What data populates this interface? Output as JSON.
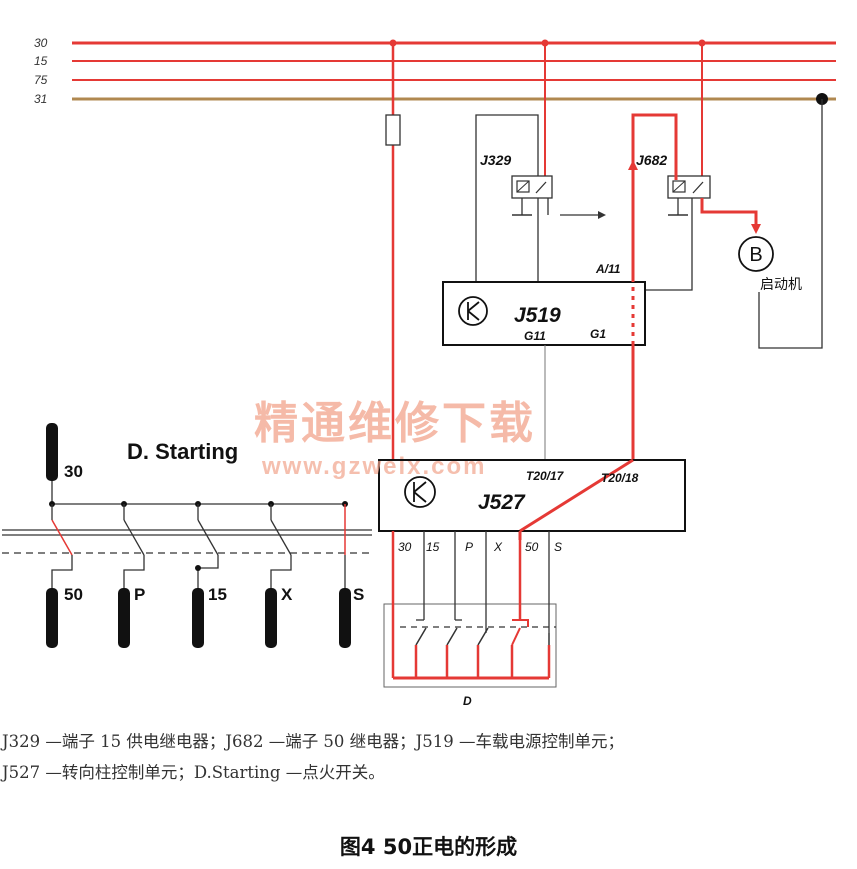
{
  "rails": {
    "r30": "30",
    "r15": "15",
    "r75": "75",
    "r31": "31"
  },
  "components": {
    "j329": "J329",
    "j682": "J682",
    "j519": "J519",
    "j527": "J527",
    "starter_symbol": "B",
    "starter_label": "启动机",
    "ignition_title": "D. Starting",
    "d_label": "D"
  },
  "pins": {
    "a11": "A/11",
    "g11": "G11",
    "g1": "G1",
    "t20_17": "T20/17",
    "t20_18": "T20/18",
    "t30": "30",
    "t15": "15",
    "tp": "P",
    "tx": "X",
    "t50": "50",
    "ts": "S"
  },
  "ignition_posts": {
    "p30": "30",
    "p50": "50",
    "pp": "P",
    "p15": "15",
    "px": "X",
    "ps": "S"
  },
  "watermark": {
    "cn": "精通维修下载",
    "url": "www.gzweix.com"
  },
  "legend": {
    "line1": "J329 —端子 15 供电继电器；J682 —端子 50 继电器；J519 —车载电源控制单元；",
    "line2": "J527 —转向柱控制单元；D.Starting —点火开关。"
  },
  "caption": "图4 50正电的形成",
  "colors": {
    "red": "#e53935",
    "rail_red": "#e53935",
    "rail_brown": "#b08850",
    "wire": "#333333",
    "watermark": "#f2a48c"
  }
}
